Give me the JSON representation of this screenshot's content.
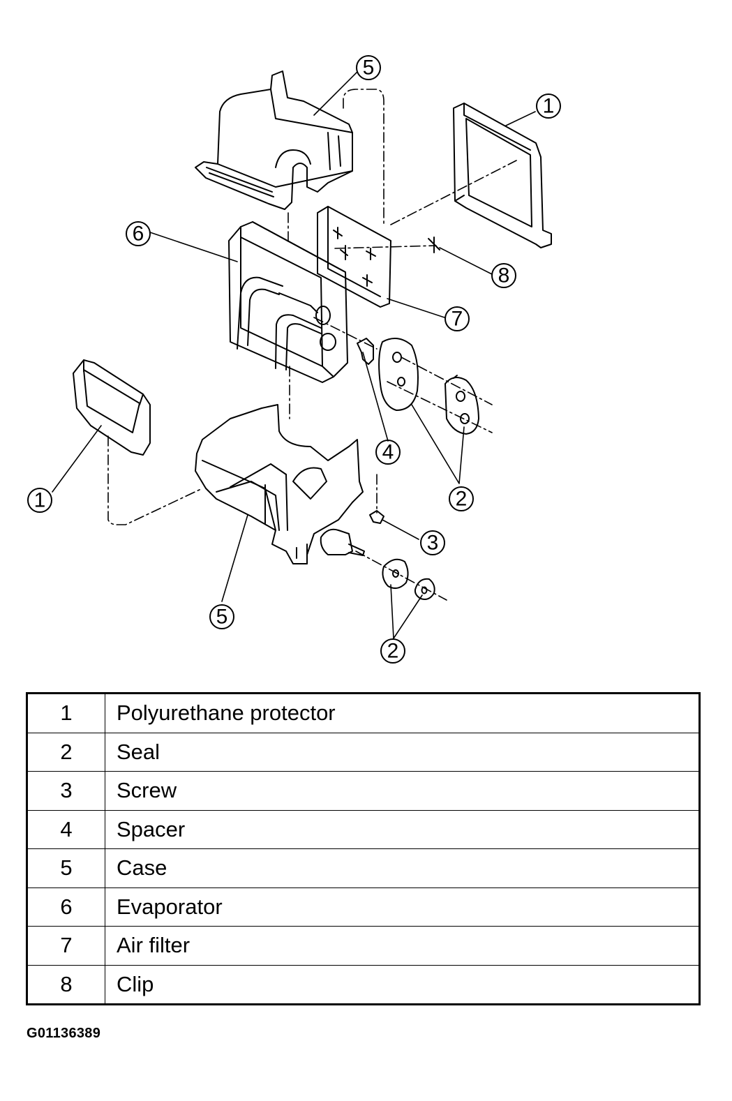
{
  "diagram": {
    "callouts": {
      "c5_top": "5",
      "c1_top": "1",
      "c6": "6",
      "c8": "8",
      "c7": "7",
      "c4": "4",
      "c2_mid": "2",
      "c1_left": "1",
      "c3": "3",
      "c5_bottom": "5",
      "c2_bottom": "2"
    }
  },
  "legend": {
    "rows": [
      {
        "num": "1",
        "name": "Polyurethane protector"
      },
      {
        "num": "2",
        "name": "Seal"
      },
      {
        "num": "3",
        "name": "Screw"
      },
      {
        "num": "4",
        "name": "Spacer"
      },
      {
        "num": "5",
        "name": "Case"
      },
      {
        "num": "6",
        "name": "Evaporator"
      },
      {
        "num": "7",
        "name": "Air filter"
      },
      {
        "num": "8",
        "name": "Clip"
      }
    ]
  },
  "figure_code": "G01136389"
}
